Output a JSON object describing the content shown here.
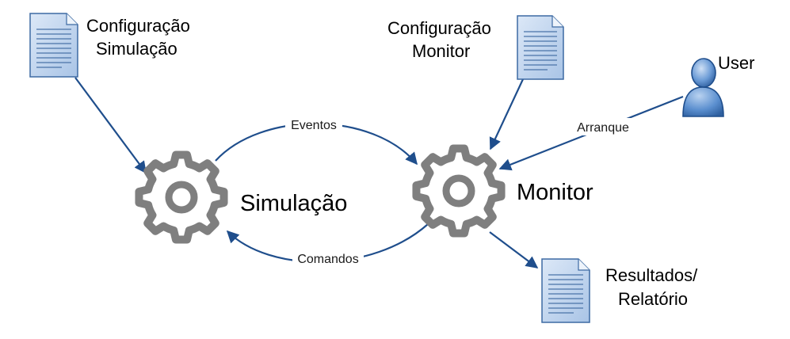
{
  "diagram": {
    "nodes": {
      "config_sim": {
        "line1": "Configuração",
        "line2": "Simulação"
      },
      "config_mon": {
        "line1": "Configuração",
        "line2": "Monitor"
      },
      "user": {
        "label": "User"
      },
      "simulacao": {
        "label": "Simulação"
      },
      "monitor": {
        "label": "Monitor"
      },
      "resultados": {
        "line1": "Resultados/",
        "line2": "Relatório"
      }
    },
    "edges": {
      "eventos": "Eventos",
      "comandos": "Comandos",
      "arranque": "Arranque"
    }
  },
  "colors": {
    "arrow": "#1f4e8c",
    "gear": "#7f7f7f",
    "doc_fill": "#c6d9f1",
    "doc_line": "#4a73a8",
    "user": "#5b8fcf"
  }
}
